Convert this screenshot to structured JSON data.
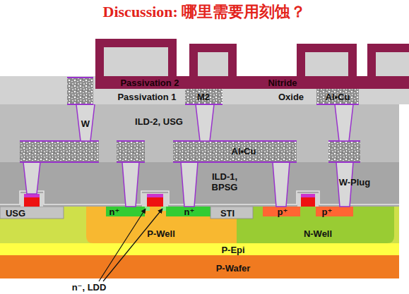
{
  "diagram": {
    "title": "Discussion: 哪里需要用刻蚀？",
    "nodes": [
      {
        "text": [
          "Passivation 2",
          "Nitride"
        ]
      },
      {
        "text": [
          "Passivation 1",
          "Oxide"
        ]
      },
      {
        "text": [
          "M2"
        ]
      },
      {
        "text": [
          "Al•Cu"
        ]
      },
      {
        "text": [
          "ILD-2, USG"
        ]
      },
      {
        "text": [
          "W"
        ],
        "in": 4
      },
      {
        "text": [
          "Al•Cu"
        ]
      },
      {
        "text": [
          "ILD-1, BPSG"
        ]
      },
      {
        "text": [
          "W-Plug"
        ],
        "in": 7
      },
      {
        "text": [
          "USG"
        ]
      },
      {
        "text": [
          "STI"
        ]
      },
      {
        "text": [
          "P-Well"
        ]
      },
      {
        "text": [
          "n⁺"
        ],
        "in": 11
      },
      {
        "text": [
          "n⁺"
        ],
        "in": 11
      },
      {
        "text": [
          "N-Well"
        ]
      },
      {
        "text": [
          "p⁺"
        ],
        "in": 14
      },
      {
        "text": [
          "p⁺"
        ],
        "in": 14
      },
      {
        "text": [
          "P-Epi"
        ]
      },
      {
        "text": [
          "P-Wafer"
        ]
      }
    ],
    "labels": [
      "n⁻, LDD"
    ]
  }
}
